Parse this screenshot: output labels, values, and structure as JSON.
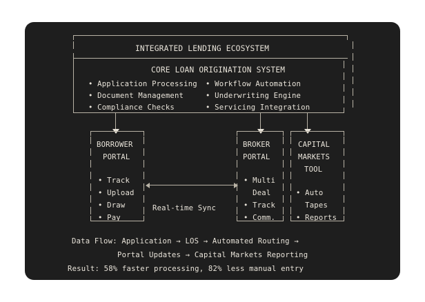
{
  "panel": {
    "background": "#1e1e1e",
    "text_color": "#e8e3d9",
    "line_color": "#b9b3a6"
  },
  "ecosystem": {
    "title": "INTEGRATED LENDING ECOSYSTEM"
  },
  "core_system": {
    "title": "CORE LOAN ORIGINATION SYSTEM",
    "features_left": [
      "• Application Processing",
      "• Document Management",
      "• Compliance Checks"
    ],
    "features_right": [
      "• Workflow Automation",
      "• Underwriting Engine",
      "• Servicing Integration"
    ]
  },
  "nodes": [
    {
      "id": "borrower-portal",
      "title_lines": [
        "BORROWER",
        "PORTAL"
      ],
      "items": [
        "• Track",
        "• Upload",
        "• Draw",
        "• Pay"
      ]
    },
    {
      "id": "broker-portal",
      "title_lines": [
        "BROKER",
        "PORTAL"
      ],
      "items": [
        "• Multi",
        "  Deal",
        "• Track",
        "• Comm."
      ]
    },
    {
      "id": "capital-markets-tool",
      "title_lines": [
        "CAPITAL",
        "MARKETS",
        "TOOL"
      ],
      "items": [
        "• Auto",
        "  Tapes",
        "• Reports"
      ]
    }
  ],
  "sync": {
    "label": "Real-time Sync"
  },
  "footer": {
    "line1": "Data Flow: Application → LOS → Automated Routing →",
    "line2": "Portal Updates → Capital Markets Reporting",
    "line3": "Result: 58% faster processing, 82% less manual entry"
  }
}
